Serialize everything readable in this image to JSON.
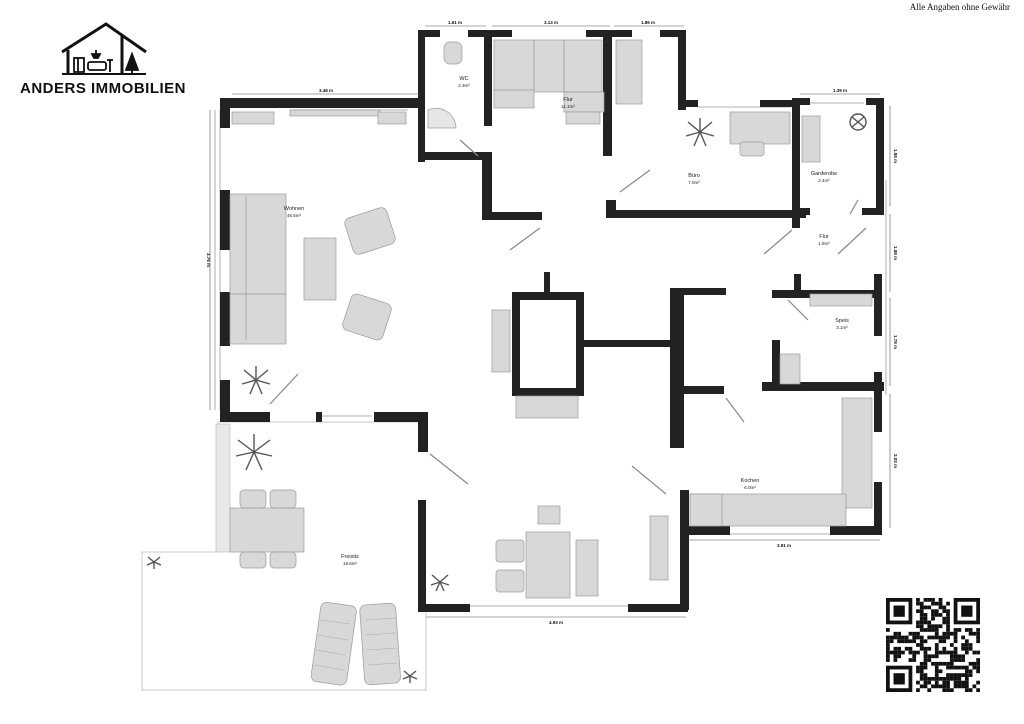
{
  "disclaimer": "Alle Angaben ohne Gewähr",
  "brand": {
    "name": "ANDERS IMMOBILIEN"
  },
  "rooms": {
    "wc": {
      "name": "WC",
      "area": "2.3m²"
    },
    "flur_top": {
      "name": "Flur",
      "area": "11.1m²"
    },
    "buero": {
      "name": "Büro",
      "area": "7.0m²"
    },
    "garderobe": {
      "name": "Garderobe",
      "area": "2.4m²"
    },
    "flur_small": {
      "name": "Flur",
      "area": "1.9m²"
    },
    "wohnen": {
      "name": "Wohnen",
      "area": "46.5m²"
    },
    "speis": {
      "name": "Speis",
      "area": "3.1m²"
    },
    "kochen": {
      "name": "Kochen",
      "area": "6.0m²"
    },
    "freisitz": {
      "name": "Freisitz",
      "area": "18.6m²"
    }
  },
  "dimensions": {
    "wc_width": "1.61 m",
    "flur_width": "3.13 m",
    "buero_top": "1.86 m",
    "wohnen_width": "3.48 m",
    "garderobe_width": "1.39 m",
    "garderobe_height": "1.88 m",
    "flur_small_height": "1.88 m",
    "wohnen_height": "3.76 m",
    "speis_height": "1.78 m",
    "kochen_height": "2.03 m",
    "kochen_width": "3.91 m",
    "bottom_width": "4.93 m"
  },
  "colors": {
    "wall": "#222222",
    "furniture": "#d8d8d8",
    "furniture_stroke": "#9a9a9a",
    "plant": "#555555"
  },
  "icons": {
    "logo": "house-logo-icon",
    "qr": "qr-code-icon"
  }
}
